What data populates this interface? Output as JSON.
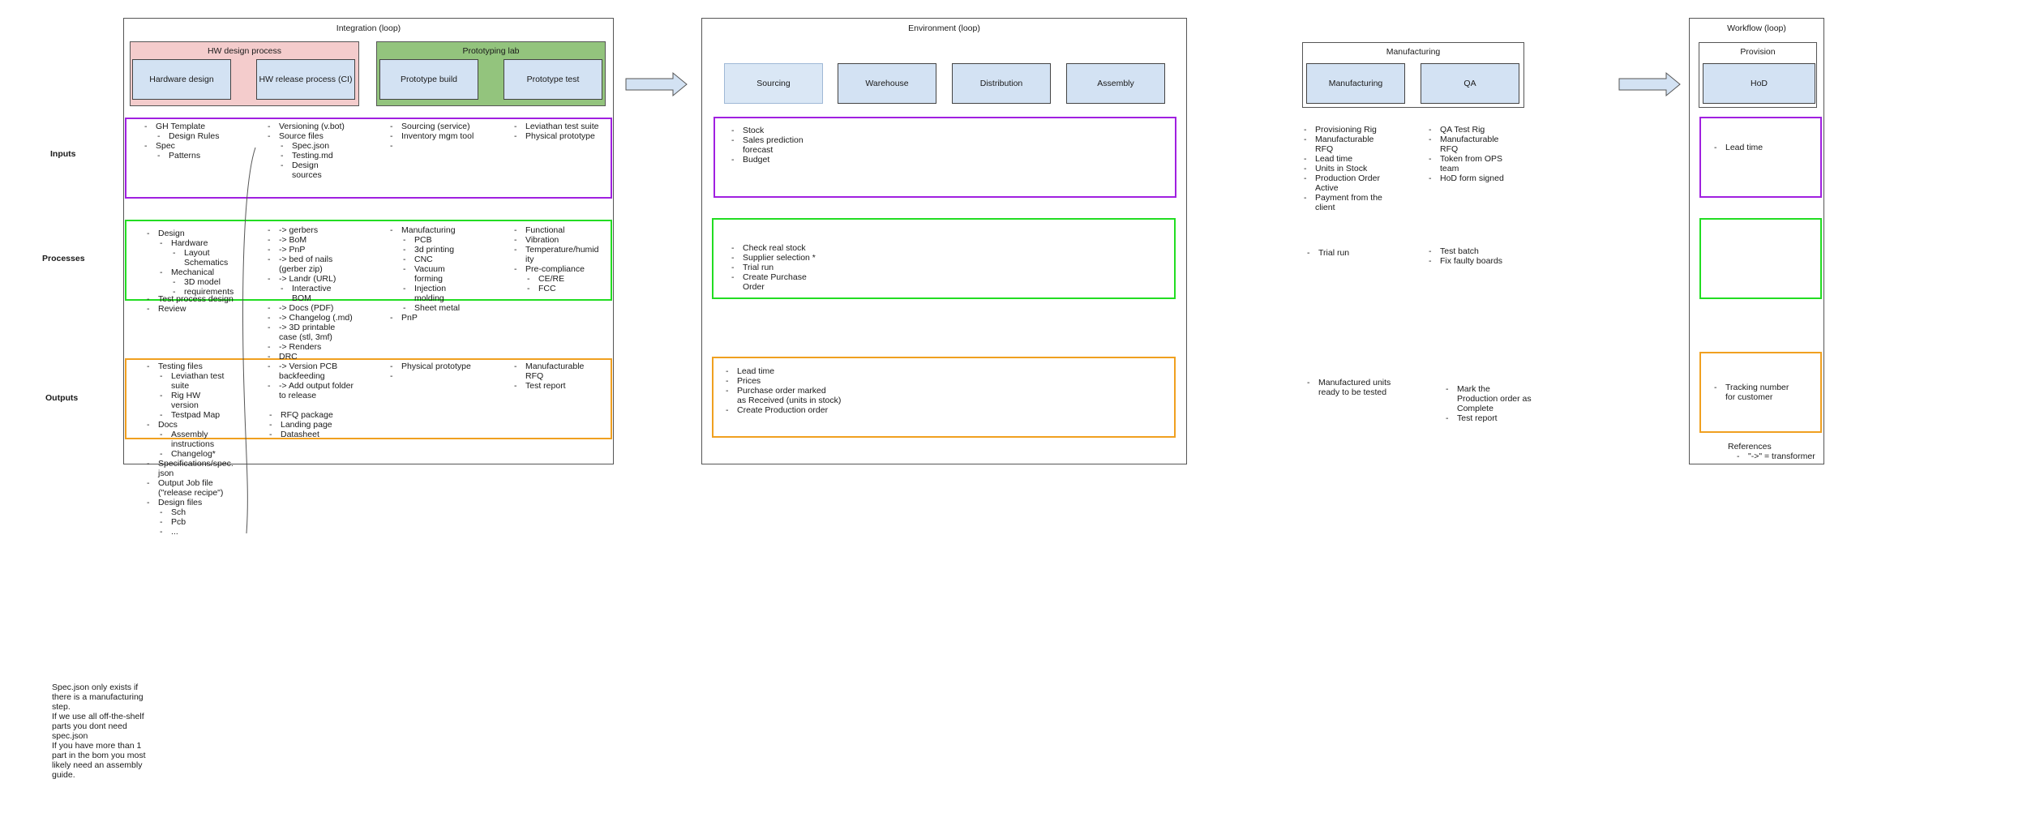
{
  "frames": {
    "integration": "Integration (loop)",
    "environment": "Environment (loop)",
    "manufacturing": "Manufacturing",
    "workflow": "Workflow (loop)",
    "provision": "Provision"
  },
  "groups": {
    "hw_design": "HW design process",
    "proto_lab": "Prototyping lab"
  },
  "boxes": {
    "hardware_design": "Hardware design",
    "hw_release": "HW release process (CI)",
    "prototype_build": "Prototype build",
    "prototype_test": "Prototype test",
    "sourcing": "Sourcing",
    "warehouse": "Warehouse",
    "distribution": "Distribution",
    "assembly": "Assembly",
    "manufacturing": "Manufacturing",
    "qa": "QA",
    "hod": "HoD"
  },
  "row_labels": {
    "inputs": "Inputs",
    "processes": "Processes",
    "outputs": "Outputs"
  },
  "lists": {
    "int_in_1": [
      "GH Template",
      "Design Rules",
      "Spec",
      "Patterns"
    ],
    "int_in_2": [
      "Versioning (v.bot)",
      "Source files",
      "Spec.json",
      "Testing.md",
      "Design",
      "sources"
    ],
    "int_in_3": [
      "Sourcing (service)",
      "Inventory mgm tool",
      ""
    ],
    "int_in_4": [
      "Leviathan test suite",
      "Physical prototype"
    ],
    "int_proc_1": [
      "Design",
      "Hardware",
      "Layout",
      "Schematics",
      "Mechanical",
      "3D model",
      "requirements",
      "Test process design",
      "Review"
    ],
    "int_proc_2": [
      "-> gerbers",
      "-> BoM",
      "-> PnP",
      "-> bed of nails",
      "(gerber zip)",
      "-> Landr (URL)",
      "Interactive",
      "BOM",
      "-> Docs (PDF)",
      "-> Changelog (.md)",
      "-> 3D printable",
      "case (stl, 3mf)",
      "-> Renders",
      "DRC",
      "-> Version PCB",
      "backfeeding",
      "-> Add output folder",
      "to release"
    ],
    "int_proc_3": [
      "Manufacturing",
      "PCB",
      "3d printing",
      "CNC",
      "Vacuum",
      "forming",
      "Injection",
      "molding",
      "Sheet metal",
      "PnP"
    ],
    "int_proc_4": [
      "Functional",
      "Vibration",
      "Temperature/humid",
      "ity",
      "Pre-compliance",
      "CE/RE",
      "FCC"
    ],
    "int_out_1": [
      "Testing files",
      "Leviathan test",
      "suite",
      "Rig HW",
      "version",
      "Testpad Map",
      "Docs",
      "Assembly",
      "instructions",
      "Changelog*",
      "Specifications/spec.",
      "json",
      "Output Job file",
      "(\"release recipe\")",
      "Design files",
      "Sch",
      "Pcb",
      "..."
    ],
    "int_out_2": [
      "RFQ package",
      "Landing page",
      "Datasheet"
    ],
    "int_out_3": [
      "Physical prototype",
      ""
    ],
    "int_out_4": [
      "Manufacturable",
      "RFQ",
      "Test report"
    ],
    "env_in": [
      "Stock",
      "Sales prediction",
      "forecast",
      "Budget"
    ],
    "env_proc": [
      "Check real stock",
      "Supplier selection *",
      "Trial run",
      "Create Purchase",
      "Order"
    ],
    "env_out": [
      "Lead time",
      "Prices",
      "Purchase order marked",
      "as Received (units in stock)",
      "Create Production order"
    ],
    "mfg_in_1": [
      "Provisioning Rig",
      "Manufacturable",
      "RFQ",
      "Lead time",
      "Units in Stock",
      "Production Order",
      "Active",
      "Payment from the",
      "client"
    ],
    "mfg_in_2": [
      "QA Test Rig",
      "Manufacturable",
      "RFQ",
      "Token from OPS",
      "team",
      "HoD form signed"
    ],
    "mfg_proc_1": [
      "Trial run"
    ],
    "mfg_proc_2": [
      "Test batch",
      "Fix faulty boards"
    ],
    "mfg_out_1": [
      "Manufactured units",
      "ready to be tested"
    ],
    "mfg_out_2": [
      "Mark the",
      "Production order as",
      "Complete",
      "Test report"
    ],
    "wf_in": [
      "Lead time"
    ],
    "wf_out": [
      "Tracking number",
      "for customer"
    ]
  },
  "references": {
    "title": "References",
    "item": "\"->\" = transformer"
  },
  "note": [
    "Spec.json only exists if",
    "there is a manufacturing",
    "step.",
    "If we use all off-the-shelf",
    "parts you dont need",
    "spec.json",
    "If you have more than 1",
    "part in the bom you most",
    "likely need an assembly",
    "guide."
  ],
  "colors": {
    "hw_design_fill": "#f4cccc",
    "proto_fill": "#93c47d",
    "box_fill": "#d3e2f3",
    "inputs_border": "#a020e0",
    "processes_border": "#22dd22",
    "outputs_border": "#f0a020"
  },
  "icons": {
    "arrow": "right-block-arrow"
  }
}
